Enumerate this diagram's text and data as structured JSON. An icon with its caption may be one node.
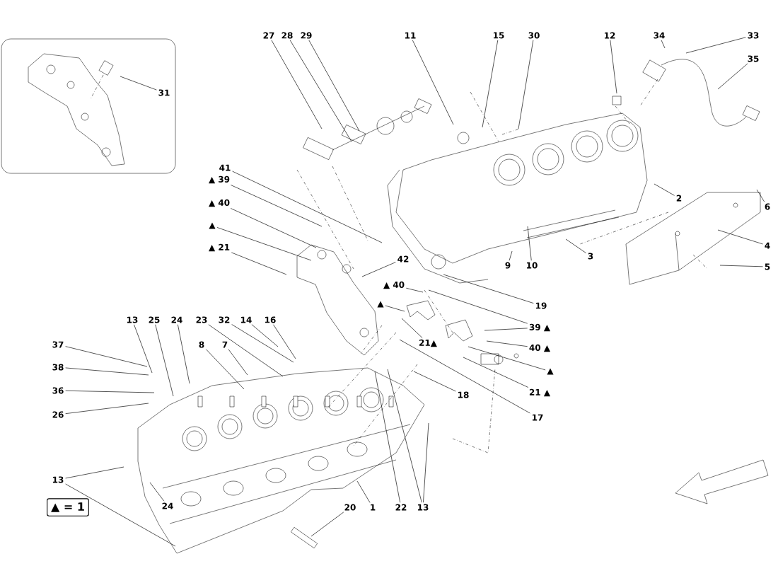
{
  "diagram": {
    "nodes": [
      {
        "text": [],
        "shape": "box"
      },
      {
        "text": [
          "31"
        ],
        "in": 0
      },
      {
        "text": [
          "27"
        ]
      },
      {
        "text": [
          "28"
        ]
      },
      {
        "text": [
          "29"
        ]
      },
      {
        "text": [
          "11"
        ]
      },
      {
        "text": [
          "15"
        ]
      },
      {
        "text": [
          "30"
        ]
      },
      {
        "text": [
          "12"
        ]
      },
      {
        "text": [
          "34"
        ]
      },
      {
        "text": [
          "33"
        ]
      },
      {
        "text": [
          "35"
        ]
      },
      {
        "text": [
          "41"
        ]
      },
      {
        "text": [
          "▲ 39"
        ]
      },
      {
        "text": [
          "2"
        ]
      },
      {
        "text": [
          "6"
        ]
      },
      {
        "text": [
          "▲ 40"
        ]
      },
      {
        "text": [
          "▲"
        ]
      },
      {
        "text": [
          "4"
        ]
      },
      {
        "text": [
          "▲ 21"
        ]
      },
      {
        "text": [
          "3"
        ]
      },
      {
        "text": [
          "42"
        ]
      },
      {
        "text": [
          "9"
        ]
      },
      {
        "text": [
          "10"
        ]
      },
      {
        "text": [
          "5"
        ]
      },
      {
        "text": [
          "▲ 40"
        ]
      },
      {
        "text": [
          "▲"
        ]
      },
      {
        "text": [
          "19"
        ]
      },
      {
        "text": [
          "13"
        ]
      },
      {
        "text": [
          "25"
        ]
      },
      {
        "text": [
          "24"
        ]
      },
      {
        "text": [
          "23"
        ]
      },
      {
        "text": [
          "32"
        ]
      },
      {
        "text": [
          "14"
        ]
      },
      {
        "text": [
          "16"
        ]
      },
      {
        "text": [
          "39 ▲"
        ]
      },
      {
        "text": [
          "21▲"
        ]
      },
      {
        "text": [
          "37"
        ]
      },
      {
        "text": [
          "8"
        ]
      },
      {
        "text": [
          "7"
        ]
      },
      {
        "text": [
          "40 ▲"
        ]
      },
      {
        "text": [
          "38"
        ]
      },
      {
        "text": [
          "▲"
        ]
      },
      {
        "text": [
          "36"
        ]
      },
      {
        "text": [
          "21 ▲"
        ]
      },
      {
        "text": [
          "18"
        ]
      },
      {
        "text": [
          "26"
        ]
      },
      {
        "text": [
          "17"
        ]
      },
      {
        "text": [
          "13"
        ]
      },
      {
        "text": [
          "24"
        ]
      },
      {
        "text": [
          "20"
        ]
      },
      {
        "text": [
          "1"
        ]
      },
      {
        "text": [
          "22"
        ]
      },
      {
        "text": [
          "13"
        ]
      },
      {
        "text": [
          "▲ = 1"
        ]
      }
    ],
    "edges": [
      {
        "from": 1,
        "to": null,
        "arrow": "none"
      },
      {
        "from": 2,
        "to": null,
        "arrow": "none"
      },
      {
        "from": 3,
        "to": null,
        "arrow": "none"
      },
      {
        "from": 4,
        "to": null,
        "arrow": "none"
      },
      {
        "from": 5,
        "to": null,
        "arrow": "none"
      },
      {
        "from": 6,
        "to": null,
        "arrow": "none"
      },
      {
        "from": 7,
        "to": null,
        "arrow": "none"
      },
      {
        "from": 8,
        "to": null,
        "arrow": "none"
      },
      {
        "from": 9,
        "to": null,
        "arrow": "none"
      },
      {
        "from": 10,
        "to": null,
        "arrow": "none"
      },
      {
        "from": 11,
        "to": null,
        "arrow": "none"
      },
      {
        "from": 12,
        "to": null,
        "arrow": "none"
      },
      {
        "from": 13,
        "to": null,
        "arrow": "none"
      },
      {
        "from": 14,
        "to": null,
        "arrow": "none"
      },
      {
        "from": 15,
        "to": null,
        "arrow": "none"
      },
      {
        "from": 16,
        "to": null,
        "arrow": "none"
      },
      {
        "from": 17,
        "to": null,
        "arrow": "none"
      },
      {
        "from": 18,
        "to": null,
        "arrow": "none"
      },
      {
        "from": 19,
        "to": null,
        "arrow": "none"
      },
      {
        "from": 20,
        "to": null,
        "arrow": "none"
      },
      {
        "from": 21,
        "to": null,
        "arrow": "none"
      },
      {
        "from": 22,
        "to": null,
        "arrow": "none"
      },
      {
        "from": 23,
        "to": null,
        "arrow": "none"
      },
      {
        "from": 24,
        "to": null,
        "arrow": "none"
      },
      {
        "from": 25,
        "to": null,
        "arrow": "none"
      },
      {
        "from": 26,
        "to": null,
        "arrow": "none"
      },
      {
        "from": 27,
        "to": null,
        "arrow": "none"
      },
      {
        "from": 28,
        "to": null,
        "arrow": "none"
      },
      {
        "from": 29,
        "to": null,
        "arrow": "none"
      },
      {
        "from": 30,
        "to": null,
        "arrow": "none"
      },
      {
        "from": 31,
        "to": null,
        "arrow": "none"
      },
      {
        "from": 32,
        "to": null,
        "arrow": "none"
      },
      {
        "from": 33,
        "to": null,
        "arrow": "none"
      },
      {
        "from": 34,
        "to": null,
        "arrow": "none"
      },
      {
        "from": 35,
        "to": null,
        "arrow": "none"
      },
      {
        "from": 35,
        "to": null,
        "arrow": "none"
      },
      {
        "from": 36,
        "to": null,
        "arrow": "none"
      },
      {
        "from": 37,
        "to": null,
        "arrow": "none"
      },
      {
        "from": 38,
        "to": null,
        "arrow": "none"
      },
      {
        "from": 39,
        "to": null,
        "arrow": "none"
      },
      {
        "from": 40,
        "to": null,
        "arrow": "none"
      },
      {
        "from": 41,
        "to": null,
        "arrow": "none"
      },
      {
        "from": 42,
        "to": null,
        "arrow": "none"
      },
      {
        "from": 43,
        "to": null,
        "arrow": "none"
      },
      {
        "from": 44,
        "to": null,
        "arrow": "none"
      },
      {
        "from": 45,
        "to": null,
        "arrow": "none"
      },
      {
        "from": 46,
        "to": null,
        "arrow": "none"
      },
      {
        "from": 47,
        "to": null,
        "arrow": "none"
      },
      {
        "from": 48,
        "to": null,
        "arrow": "none"
      },
      {
        "from": 48,
        "to": null,
        "arrow": "none"
      },
      {
        "from": 49,
        "to": null,
        "arrow": "none"
      },
      {
        "from": 50,
        "to": null,
        "arrow": "none"
      },
      {
        "from": 51,
        "to": null,
        "arrow": "none"
      },
      {
        "from": 52,
        "to": null,
        "arrow": "none"
      },
      {
        "from": 53,
        "to": null,
        "arrow": "none"
      },
      {
        "from": 53,
        "to": null,
        "arrow": "none"
      }
    ]
  }
}
